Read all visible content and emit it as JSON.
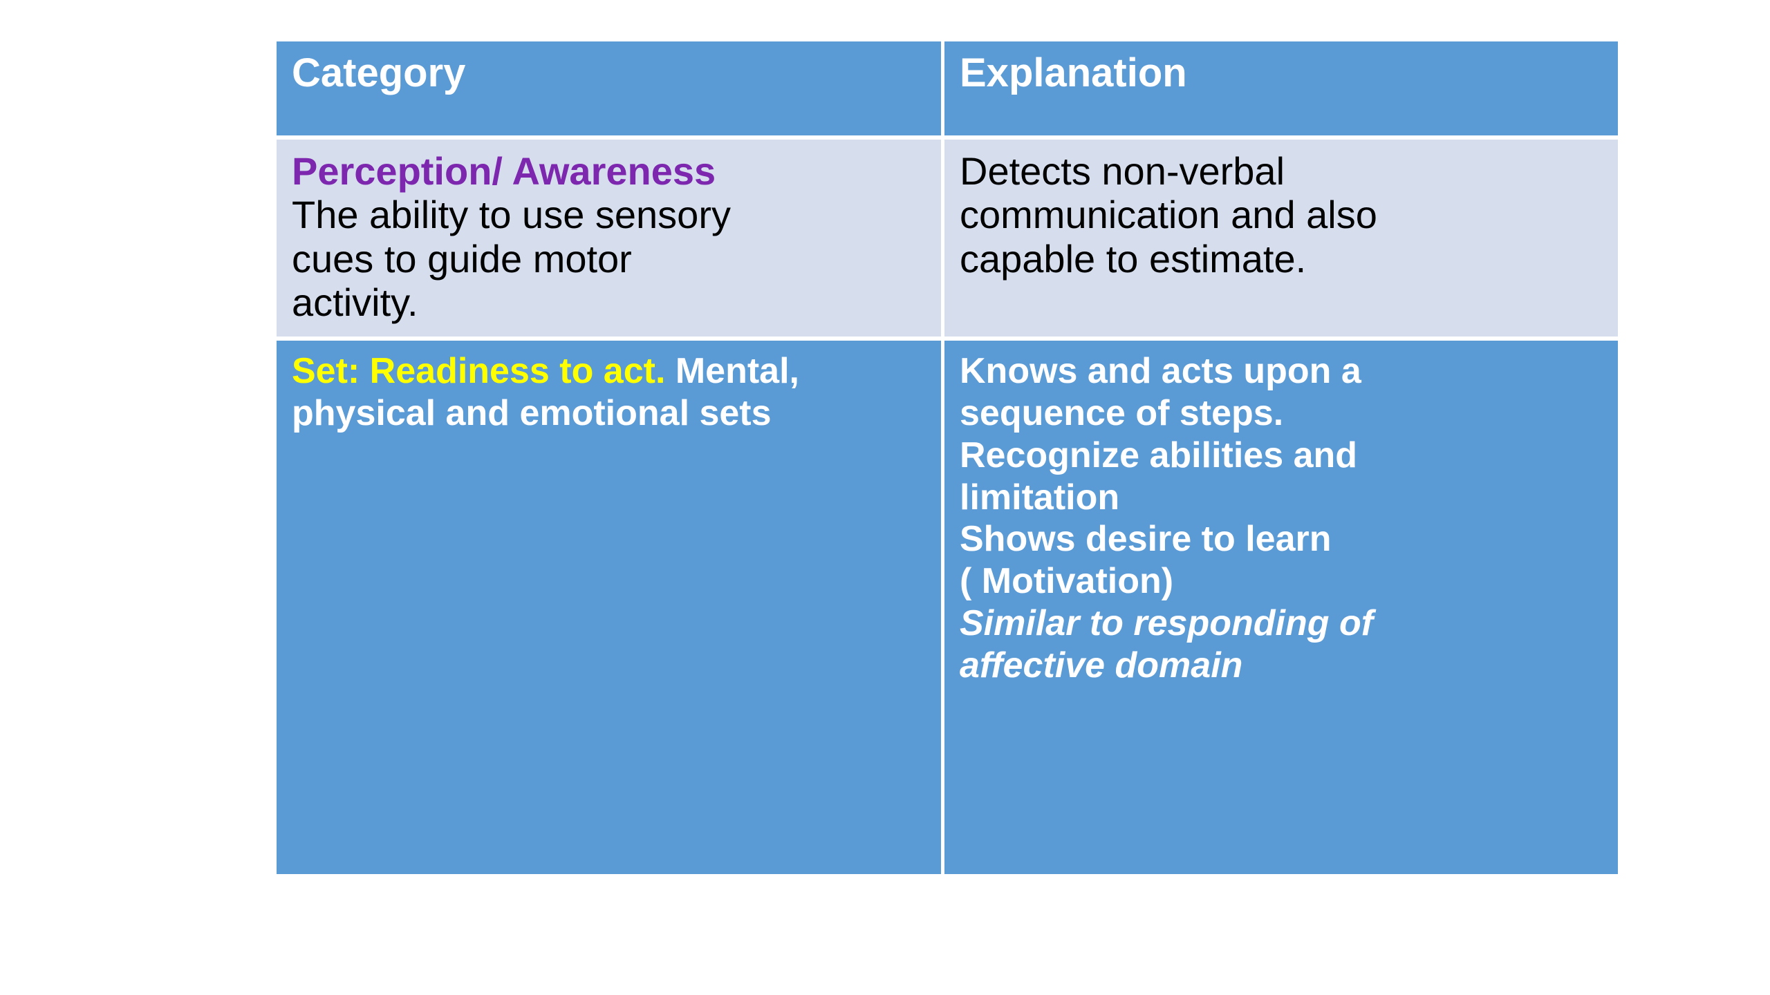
{
  "table": {
    "headers": [
      {
        "label": "Category"
      },
      {
        "label": "Explanation"
      }
    ],
    "rows": [
      {
        "style": "light",
        "category": {
          "lead": "Perception/ Awareness",
          "lead_color": "#7D27AF",
          "body_lines": [
            "The ability to use sensory",
            "cues to guide motor",
            "activity."
          ]
        },
        "explanation": {
          "lines": [
            "Detects non-verbal",
            "communication and also",
            "capable to estimate."
          ]
        }
      },
      {
        "style": "blue",
        "category": {
          "lead": "Set: Readiness to act.",
          "lead_color": "#FFFF00",
          "body_lines": [
            " Mental,",
            "physical and emotional sets"
          ]
        },
        "explanation": {
          "lines": [
            "Knows and acts upon a",
            "sequence of steps.",
            "Recognize abilities and",
            "limitation",
            "Shows desire to learn",
            " ( Motivation)"
          ],
          "italic_lines": [
            "Similar to responding of",
            "affective domain"
          ]
        }
      }
    ]
  },
  "colors": {
    "header_blue": "#5B9BD5",
    "row_light": "#D6DEEE",
    "row_blue": "#5B9BD5",
    "accent_purple": "#7D27AF",
    "accent_yellow": "#FFFF00",
    "text_white": "#FFFFFF",
    "text_black": "#000000",
    "page_background": "#FFFFFF"
  }
}
